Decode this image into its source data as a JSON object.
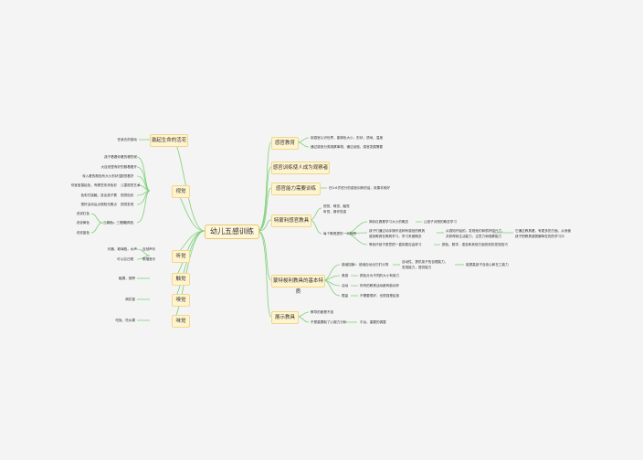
{
  "root": "幼儿五感训练",
  "left": {
    "l1": "激起生命的活花",
    "l1a": "任我去的感动",
    "l2": "视觉",
    "l2a": "孩子看看你看的哪些呢",
    "l2b": "大自然里有好的照着看开",
    "l2c": "深入看的颜色有大小形状位",
    "l2c2": "视觉看好",
    "l2d": "你宝宝描绘色，有哪些形状色彩",
    "l2d2": "儿童视觉艺术",
    "l2e": "色彩们接触，选出孩子看",
    "l2e2": "视觉色彩",
    "l2f": "很好活动后点燃阳光看点",
    "l2f2": "视觉发现",
    "l2g1": "说说红色",
    "l2g2": "说说黄色",
    "l2g3": "说说蓝色",
    "l2g": "三原色，三形式",
    "l2g0": "行动颜色",
    "l3": "听觉",
    "l3a": "乐器，玻璃瓶，水声",
    "l3a2": "自然声乐",
    "l3b": "可以自己唱",
    "l3b2": "歌唱音乐",
    "l4": "触觉",
    "l4a": "触摸，按摩",
    "l5": "嗅觉",
    "l5a": "闻花香",
    "l6": "味觉",
    "l6a": "吃饭，吃水果"
  },
  "right": {
    "r1": "感官教育",
    "r1a": "用感官认识世界，能够色大小，形状，质地，温度",
    "r1b": "通过感官分类观察事物，通过经验，感官发展需要",
    "r2": "感官训练使人成为观察者",
    "r3": "感官能力需要训练",
    "r3a": "在0-6岁进行的感官训练的话，效果非常好",
    "r4": "特蒙利感官教具",
    "r4a": "视觉，嗅觉，触觉",
    "r4a2": "听觉，操作性强",
    "r4b": "每个教具提供一个特质",
    "r4b1": "简析红看看学习大小的概念",
    "r4b1a": "让孩子对照的概念学习",
    "r4b2": "孩子们通过动手操作这种有感官的教具",
    "r4b2b": "感到教具在教具学习，学习来做概念",
    "r4b2c": "从感知开始的，发现他们和很好感兴力，",
    "r4b2d": "并获得我生活能力，注意力和观察能力",
    "r4b2e": "它通过教具看，有更多的方面，从而使",
    "r4b2f": "孩子把教具感受解释在的的学习中",
    "r4b3": "等色环孩子愿意把一直到更自由练习",
    "r4b3a": "颜色，数学，语言和其他方面的到的发现技巧",
    "r5": "蒙特梭利教具的基本特质",
    "r5a": "错误控制",
    "r5a1": "错误自动出它们计算",
    "r5a2": "自动性，提供孩子的自理能力，",
    "r5a3": "发现能力，提供能力",
    "r5a4": "能提高孩子自信心和在工能力",
    "r5b": "美感",
    "r5b1": "颜色分为不同的大小有用力",
    "r5c": "活动",
    "r5c1": "所有的教具活动都有能动作",
    "r5d": "限量",
    "r5d1": "不需要很好，也很强是给孩",
    "r6": "展示教具",
    "r6a": "教导的都是不选",
    "r6b": "不是重要取了心服力分析",
    "r6b2": "平台，重要的调整"
  },
  "colors": {
    "line": "#7fcf7a",
    "topic_bg": "#fff4cf",
    "topic_border": "#efd88a"
  }
}
